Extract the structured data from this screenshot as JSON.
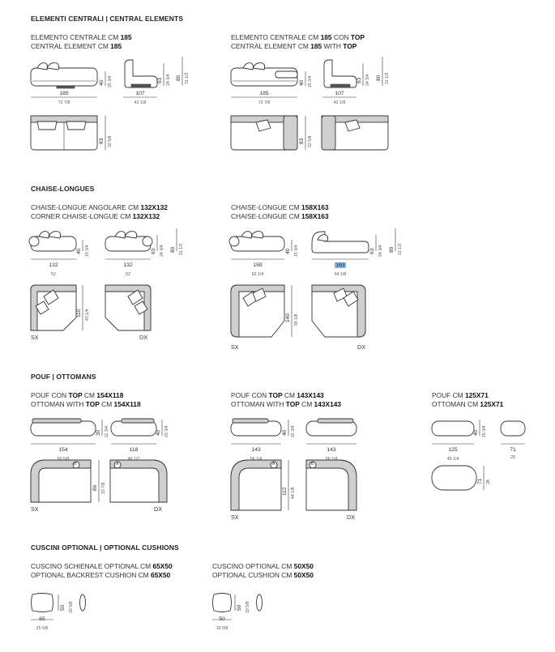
{
  "sections": {
    "central": "ELEMENTI CENTRALI | CENTRAL ELEMENTS",
    "chaise": "CHAISE-LONGUES",
    "pouf": "POUF | OTTOMANS",
    "cushions": "CUSCINI OPTIONAL  |  OPTIONAL CUSHIONS"
  },
  "captions": {
    "c1a": "ELEMENTO CENTRALE CM ",
    "c1a_b": "185",
    "c1b": "CENTRAL ELEMENT CM ",
    "c1b_b": "185",
    "c2a": "ELEMENTO CENTRALE CM ",
    "c2a_b": "185",
    "c2a_m": " CON ",
    "c2a_b2": "TOP",
    "c2b": "CENTRAL ELEMENT CM ",
    "c2b_b": "185",
    "c2b_m": " WITH ",
    "c2b_b2": "TOP",
    "h1a": "CHAISE-LONGUE ANGOLARE CM ",
    "h1a_b": "132X132",
    "h1b": "CORNER CHAISE-LONGUE CM ",
    "h1b_b": "132X132",
    "h2a": "CHAISE-LONGUE CM ",
    "h2a_b": "158X163",
    "h2b": "CHAISE-LONGUE CM ",
    "h2b_b": "158X163",
    "p1a": "POUF CON ",
    "p1a_b": "TOP",
    "p1a_m": " CM ",
    "p1a_b2": "154X118",
    "p1b": "OTTOMAN WITH ",
    "p1b_b": "TOP",
    "p1b_m": " CM ",
    "p1b_b2": "154X118",
    "p2a": "POUF CON ",
    "p2a_b": "TOP",
    "p2a_m": " CM ",
    "p2a_b2": "143X143",
    "p2b": "OTTOMAN WITH ",
    "p2b_b": "TOP",
    "p2b_m": " CM ",
    "p2b_b2": "143X143",
    "p3a": "POUF CM ",
    "p3a_b": "125X71",
    "p3b": "OTTOMAN CM ",
    "p3b_b": "125X71",
    "k1a": "CUSCINO SCHIENALE OPTIONAL CM ",
    "k1a_b": "65X50",
    "k1b": "OPTIONAL BACKREST CUSHION CM ",
    "k1b_b": "65X50",
    "k2a": "CUSCINO OPTIONAL CM ",
    "k2a_b": "50X50",
    "k2b": "OPTIONAL CUSHION CM ",
    "k2b_b": "50X50"
  },
  "dims": {
    "d185": "185",
    "d72": "72 7/8",
    "d40": "40",
    "d15": "15 3/4",
    "d107": "107",
    "d42": "42 1/8",
    "d63": "63",
    "d24": "24 3/4",
    "d80": "80",
    "d31": "31 1/2",
    "d83": "83",
    "d32": "32 5/8",
    "d132": "132",
    "d52": "52",
    "d110": "110",
    "d43": "43 1/4",
    "d158": "158",
    "d62": "62 1/4",
    "d163": "163",
    "d64": "64 1/8",
    "d140": "140",
    "d55": "55 1/8",
    "d154": "154",
    "d60": "60 5/8",
    "d30": "30",
    "d11": "11 3/4",
    "d118": "118",
    "d46": "46 1/2",
    "d86": "86",
    "d33": "33 7/8",
    "d143": "143",
    "d56": "56 1/4",
    "d112": "112",
    "d44": "44 1/8",
    "d125": "125",
    "d49": "49 1/4",
    "d71": "71",
    "d28": "28",
    "d65": "65",
    "d25": "25 5/8",
    "d50": "50",
    "d19": "19 5/8"
  },
  "labels": {
    "sx": "SX",
    "dx": "DX",
    "a": "A",
    "b": "B"
  }
}
